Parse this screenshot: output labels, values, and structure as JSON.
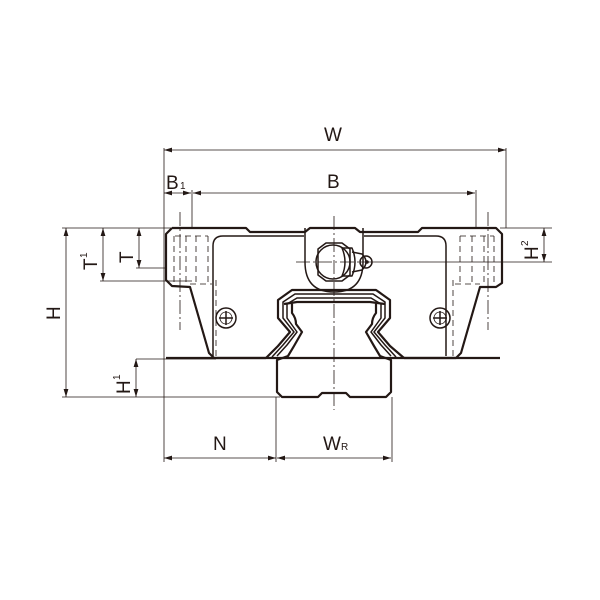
{
  "drawing": {
    "subject": "linear guide block and rail, front view",
    "line_color": "#231815",
    "background": "#ffffff"
  },
  "dimensions": {
    "W": {
      "main": "W",
      "sub": ""
    },
    "B": {
      "main": "B",
      "sub": ""
    },
    "B1": {
      "main": "B",
      "sub": "1"
    },
    "H": {
      "main": "H",
      "sub": ""
    },
    "T": {
      "main": "T",
      "sub": ""
    },
    "T1": {
      "main": "T",
      "sub": "1"
    },
    "H1": {
      "main": "H",
      "sub": "1"
    },
    "H2": {
      "main": "H",
      "sub": "2"
    },
    "N": {
      "main": "N",
      "sub": ""
    },
    "WR": {
      "main": "W",
      "sub": "R"
    }
  },
  "features": [
    {
      "name": "grease-nipple",
      "label": ""
    },
    {
      "name": "mounting-screw-left",
      "label": ""
    },
    {
      "name": "mounting-screw-right",
      "label": ""
    },
    {
      "name": "rail",
      "label": ""
    },
    {
      "name": "carriage-block",
      "label": ""
    }
  ]
}
